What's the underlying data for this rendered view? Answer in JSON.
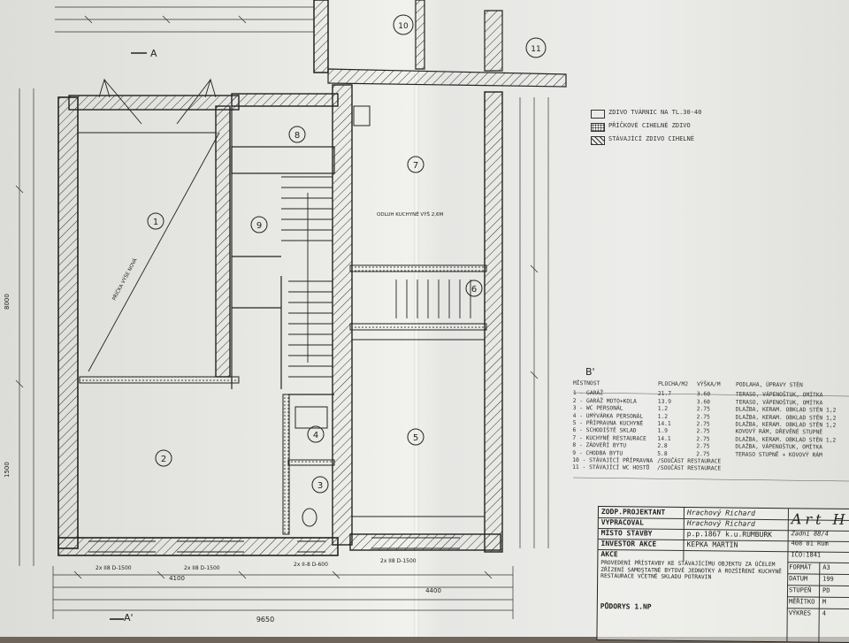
{
  "plan": {
    "room_numbers": [
      "1",
      "2",
      "3",
      "4",
      "5",
      "6",
      "7",
      "8",
      "9"
    ],
    "axis_markers": [
      "10",
      "11"
    ],
    "section_markers": [
      "A",
      "A'",
      "B'"
    ],
    "overall_dims": [
      "9650",
      "4100",
      "4400",
      "1500",
      "8000"
    ],
    "window_labels": [
      "2x II8 D-1500",
      "2x II8 D-1500",
      "2x II-8 D-600",
      "2x II8 D-1500"
    ],
    "notes": [
      "ODLUH KUCHYNĚ VÝŠ 2,6M",
      "PŘÍČKA VÝŠE NOVÁ"
    ]
  },
  "legend": {
    "items": [
      {
        "label": "ZDIVO TVÁRNIC NA TL.30-40",
        "pattern": "plain"
      },
      {
        "label": "PŘÍČKOVÉ CIHELNÉ ZDIVO",
        "pattern": "dots"
      },
      {
        "label": "STÁVAJÍCÍ ZDIVO CIHELNÉ",
        "pattern": "hatch"
      }
    ]
  },
  "rooms_table": {
    "headers": {
      "n": "MÍSTNOST",
      "area": "PLOCHA/M2",
      "height": "VÝŠKA/M",
      "finish": "PODLAHA, ÚPRAVY STĚN"
    },
    "rows": [
      {
        "n": "1 - GARÁŽ",
        "area": "21.7",
        "height": "3.60",
        "finish": "TERASO, VÁPENOŠTUK, OMÍTKA"
      },
      {
        "n": "2 - GARÁŽ MOTO+KOLA",
        "area": "13.9",
        "height": "3.60",
        "finish": "TERASO, VÁPENOŠTUK, OMÍTKA"
      },
      {
        "n": "3 - WC PERSONÁL",
        "area": "1.2",
        "height": "2.75",
        "finish": "DLAŽBA, KERAM. OBKLAD STĚN 1,2"
      },
      {
        "n": "4 - UMÝVÁRKA PERSONÁL",
        "area": "1.2",
        "height": "2.75",
        "finish": "DLAŽBA, KERAM. OBKLAD STĚN 1,2"
      },
      {
        "n": "5 - PŘÍPRAVNA KUCHYNĚ",
        "area": "14.1",
        "height": "2.75",
        "finish": "DLAŽBA, KERAM. OBKLAD STĚN 1,2"
      },
      {
        "n": "6 - SCHODIŠTĚ SKLAD",
        "area": "1.9",
        "height": "2.75",
        "finish": "KOVOVÝ RÁM, DŘEVĚNÉ STUPNĚ"
      },
      {
        "n": "7 - KUCHYNĚ RESTAURACE",
        "area": "14.1",
        "height": "2.75",
        "finish": "DLAŽBA, KERAM. OBKLAD STĚN 1,2"
      },
      {
        "n": "8 - ZÁDVEŘÍ BYTU",
        "area": "2.8",
        "height": "2.75",
        "finish": "DLAŽBA, VÁPENOŠTUK, OMÍTKA"
      },
      {
        "n": "9 - CHODBA BYTU",
        "area": "5.8",
        "height": "2.75",
        "finish": "TERASO STUPNĚ + KOVOVÝ RÁM"
      },
      {
        "n": "10 - STÁVAJÍCÍ PŘÍPRAVNA",
        "area": "/SOUČÁST RESTAURACE",
        "height": "",
        "finish": ""
      },
      {
        "n": "11 - STÁVAJÍCÍ WC HOSTŮ",
        "area": "/SOUČÁST RESTAURACE",
        "height": "",
        "finish": ""
      }
    ]
  },
  "title_block": {
    "designer_label": "ZODP.PROJEKTANT",
    "designer": "Hrachový Richard",
    "drawn_label": "VYPRACOVAL",
    "drawn_by": "Hrachový Richard",
    "site_label": "MÍSTO STAVBY",
    "site": "p.p.1867 k.u.RUMBURK",
    "investor_label": "INVESTOR AKCE",
    "investor": "KEPKA MARTIN",
    "action_label": "AKCE",
    "action_text": "PROVEDENÍ PŘÍSTAVBY KE STÁVAJÍCÍMU OBJEKTU ZA ÚČELEM ZŘÍZENÍ SAMOSTATNÉ BYTOVÉ JEDNOTKY A ROZŠÍŘENÍ KUCHYNĚ RESTAURACE VČETNĚ SKLADU POTRAVIN",
    "drawing_title": "PŮDORYS 1.NP",
    "firm": "Art H",
    "address1": "Zadní 88/4",
    "address2": "408 01 Rum",
    "ico": "IČO:1841",
    "format_label": "FORMÁT",
    "format": "A3",
    "date_label": "DATUM",
    "date": "199",
    "stage_label": "STUPEŇ",
    "stage": "PD",
    "scale_label": "MĚŘÍTKO",
    "scale": "M",
    "sheet_label": "VÝKRES",
    "sheet": "4"
  }
}
